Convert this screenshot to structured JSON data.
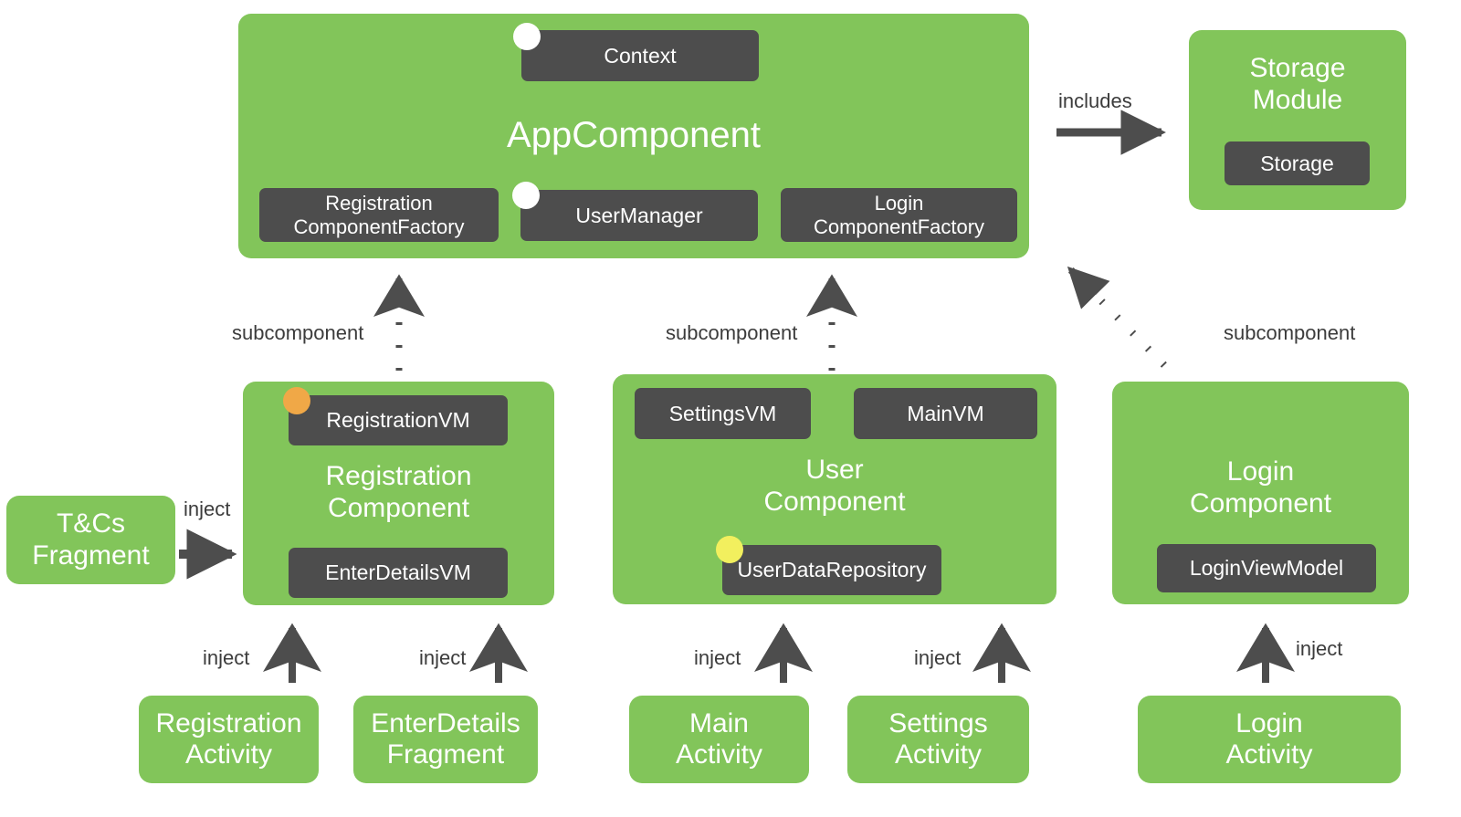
{
  "diagram": {
    "title": "Dagger AppComponent dependency graph",
    "colors": {
      "green": "#82C55A",
      "dark": "#4D4D4D",
      "orange_dot": "#F0A847",
      "yellow_dot": "#F2EF5E",
      "white_dot": "#FFFFFF",
      "arrow": "#4D4D4D",
      "label_text": "#3C3C3C",
      "background": "#FFFFFF"
    },
    "components": {
      "app_component": {
        "title": "AppComponent",
        "bindings": {
          "context": "Context",
          "registration_factory": "Registration\nComponentFactory",
          "user_manager": "UserManager",
          "login_factory": "Login\nComponentFactory"
        }
      },
      "storage_module": {
        "title": "Storage\nModule",
        "bindings": {
          "storage": "Storage"
        }
      },
      "registration_component": {
        "title": "Registration\nComponent",
        "bindings": {
          "registration_vm": "RegistrationVM",
          "enter_details_vm": "EnterDetailsVM"
        }
      },
      "user_component": {
        "title": "User\nComponent",
        "bindings": {
          "settings_vm": "SettingsVM",
          "main_vm": "MainVM",
          "user_data_repository": "UserDataRepository"
        }
      },
      "login_component": {
        "title": "Login\nComponent",
        "bindings": {
          "login_view_model": "LoginViewModel"
        }
      }
    },
    "clients": {
      "tcs_fragment": "T&Cs\nFragment",
      "registration_activity": "Registration\nActivity",
      "enter_details_fragment": "EnterDetails\nFragment",
      "main_activity": "Main\nActivity",
      "settings_activity": "Settings\nActivity",
      "login_activity": "Login\nActivity"
    },
    "edge_labels": {
      "includes": "includes",
      "subcomponent_registration": "subcomponent",
      "subcomponent_user": "subcomponent",
      "subcomponent_login": "subcomponent",
      "inject_tcs": "inject",
      "inject_registration": "inject",
      "inject_enter_details": "inject",
      "inject_main": "inject",
      "inject_settings": "inject",
      "inject_login": "inject"
    }
  }
}
